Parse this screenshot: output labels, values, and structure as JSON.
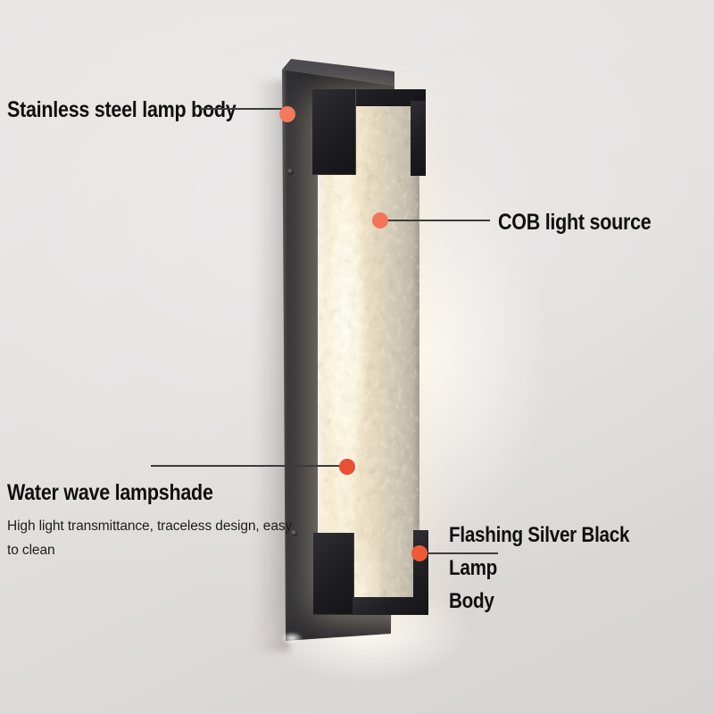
{
  "callouts": [
    {
      "id": "stainless-steel-lamp-body",
      "label": "Stainless steel lamp body",
      "dot_color": "#f3795c"
    },
    {
      "id": "cob-light-source",
      "label": "COB light source",
      "dot_color": "#f17457"
    },
    {
      "id": "water-wave-lampshade",
      "label": "Water wave lampshade",
      "description": "High light transmittance, traceless design, easy\nto clean",
      "dot_color": "#e84f33"
    },
    {
      "id": "flashing-silver-black-lamp-body",
      "label": "Flashing Silver Black Lamp\nBody",
      "dot_color": "#ee5a36"
    }
  ],
  "colors": {
    "text": "#0f0f0f",
    "leader_line": "#3c3c3e",
    "wall": "#e2e0df",
    "lamp_black": "#1c1c20",
    "glass_glow_warm": "#fdf6e0"
  }
}
